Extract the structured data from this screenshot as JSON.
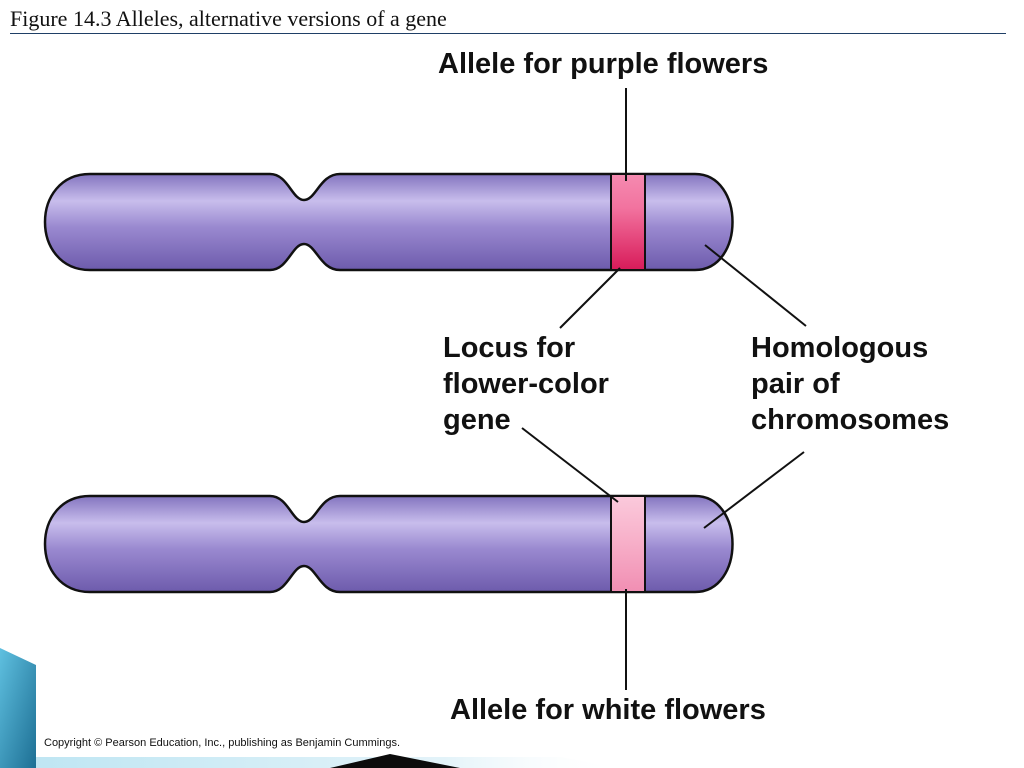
{
  "header": {
    "figure_title": "Figure 14.3  Alleles, alternative versions of a gene"
  },
  "labels": {
    "allele_purple": "Allele for purple flowers",
    "locus": [
      "Locus for",
      "flower-color",
      "gene"
    ],
    "homologous": [
      "Homologous",
      "pair of",
      "chromosomes"
    ],
    "allele_white": "Allele for white flowers"
  },
  "footer": {
    "copyright": "Copyright © Pearson Education, Inc., publishing as Benjamin Cummings."
  },
  "colors": {
    "chromosome": "#8a78c4",
    "chromosome_light": "#c5b9ea",
    "chromosome_dark": "#6e5cae",
    "purple_allele_band": "#e8336d",
    "white_allele_band": "#f7a9c7",
    "slide_accent": "#2b8fb5"
  }
}
